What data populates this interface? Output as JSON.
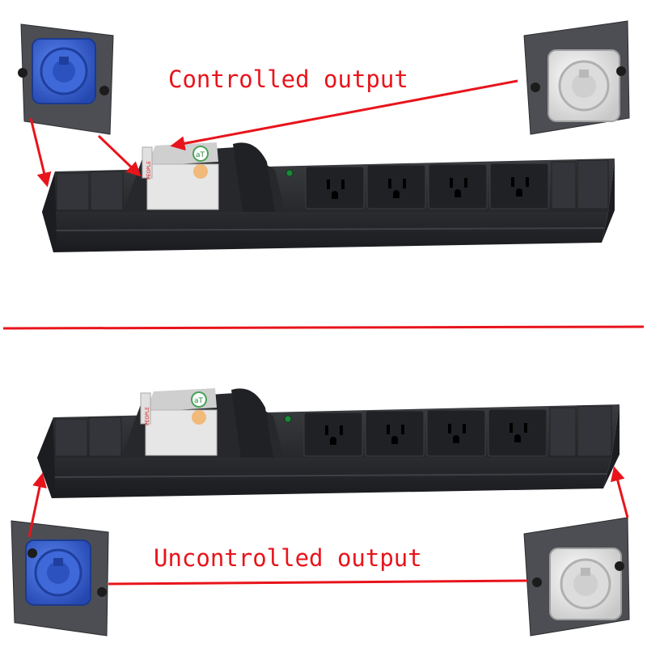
{
  "colors": {
    "background": "#ffffff",
    "arrow": "#e8141b",
    "strip_body": "#2e3034",
    "outlet_frame": "#1e1f22",
    "blue_connector": "#3c66d6",
    "white_connector": "#e2e2e2",
    "mount_plate": "#4a4c51",
    "breaker": "#e6e6e6"
  },
  "top_panel": {
    "label": "Controlled output",
    "outlet_count": 4
  },
  "bottom_panel": {
    "label": "Uncontrolled output",
    "outlet_count": 4
  },
  "breaker": {
    "brand_text": "PEOPLE",
    "badge_text": "aT",
    "indicator_text": "="
  }
}
